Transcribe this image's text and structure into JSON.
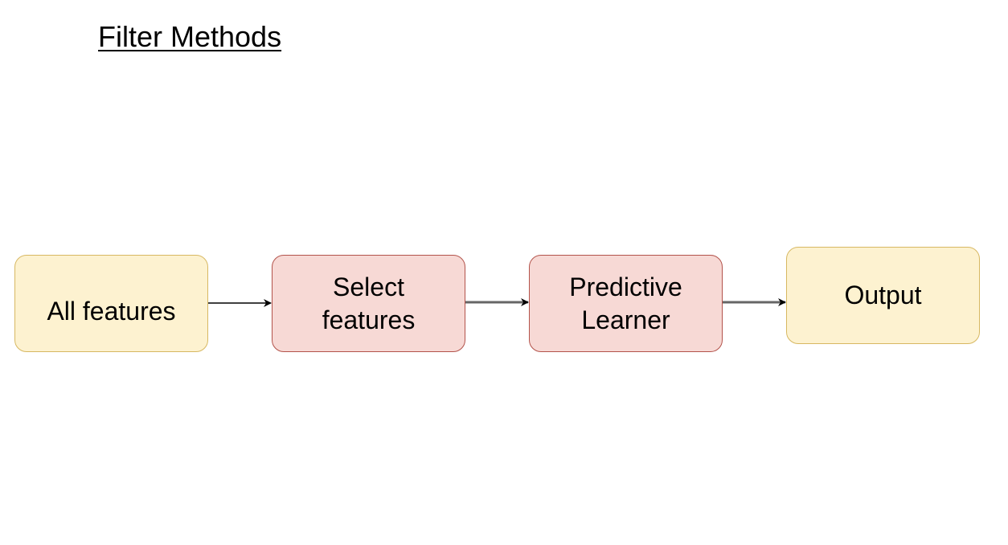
{
  "title": "Filter Methods",
  "nodes": [
    {
      "id": "all",
      "label": "All features"
    },
    {
      "id": "select",
      "label": "Select\nfeatures"
    },
    {
      "id": "predict",
      "label": "Predictive\nLearner"
    },
    {
      "id": "output",
      "label": "Output"
    }
  ],
  "edges": [
    {
      "from": "All features",
      "to": "Select features"
    },
    {
      "from": "Select features",
      "to": "Predictive Learner"
    },
    {
      "from": "Predictive Learner",
      "to": "Output"
    }
  ],
  "colors": {
    "input_output_fill": "#fdf2d0",
    "input_output_border": "#d7b862",
    "process_fill": "#f7d9d5",
    "process_border": "#b3534b",
    "arrow": "#000000",
    "arrow_gray": "#666666"
  }
}
